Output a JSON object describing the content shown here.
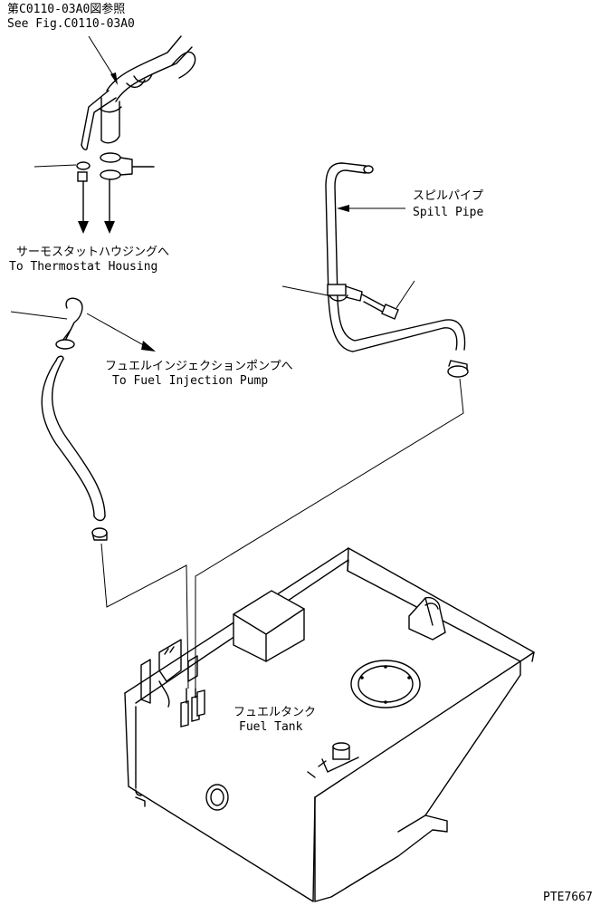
{
  "labels": {
    "ref_jp": "第C0110-03A0図参照",
    "ref_en": "See Fig.C0110-03A0",
    "spill_jp": "スピルパイプ",
    "spill_en": "Spill Pipe",
    "thermo_jp": "サーモスタットハウジングへ",
    "thermo_en": "To Thermostat Housing",
    "pump_jp": "フュエルインジェクションポンプへ",
    "pump_en": "To Fuel Injection Pump",
    "tank_jp": "フュエルタンク",
    "tank_en": "Fuel Tank",
    "drawing_no": "PTE7667"
  }
}
